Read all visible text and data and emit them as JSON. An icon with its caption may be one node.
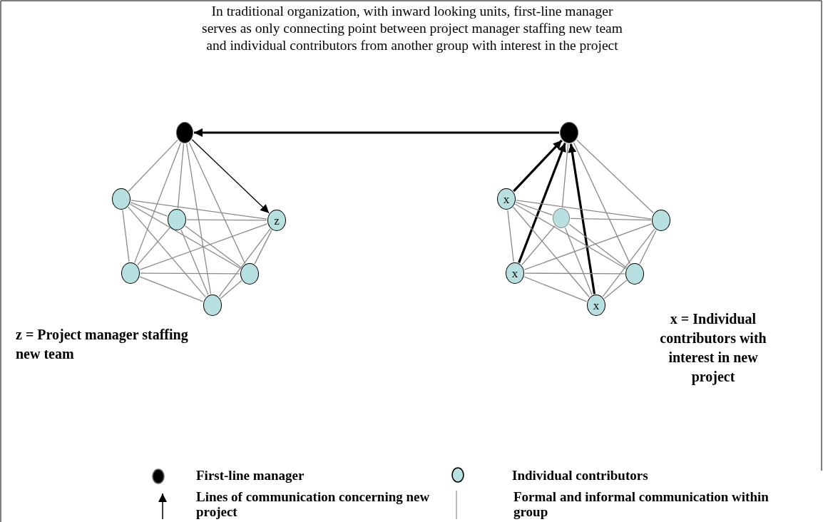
{
  "diagram": {
    "title": "In traditional organization, with inward looking units, first-line manager serves as only connecting point between project manager staffing new team and individual contributors from another group with interest in the project",
    "nodes": [
      {
        "text": [],
        "shape": "circle"
      },
      {
        "text": [],
        "shape": "circle"
      },
      {
        "text": [],
        "shape": "circle"
      },
      {
        "text": [
          "z"
        ]
      },
      {
        "text": [],
        "shape": "circle"
      },
      {
        "text": [],
        "shape": "circle"
      },
      {
        "text": [],
        "shape": "circle"
      },
      {
        "text": [],
        "shape": "circle"
      },
      {
        "text": [
          "x"
        ]
      },
      {
        "text": [],
        "shape": "circle"
      },
      {
        "text": [],
        "shape": "circle"
      },
      {
        "text": [
          "x"
        ]
      },
      {
        "text": [],
        "shape": "circle"
      },
      {
        "text": [
          "x"
        ]
      }
    ],
    "edges": [
      {
        "from": 7,
        "to": 0,
        "arrow": "to",
        "style": "thick",
        "color": "#000000"
      },
      {
        "from": 0,
        "to": 1,
        "arrow": "none"
      },
      {
        "from": 0,
        "to": 2,
        "arrow": "none"
      },
      {
        "from": 0,
        "to": 3,
        "arrow": "to",
        "color": "#000000"
      },
      {
        "from": 0,
        "to": 4,
        "arrow": "none"
      },
      {
        "from": 0,
        "to": 5,
        "arrow": "none"
      },
      {
        "from": 0,
        "to": 6,
        "arrow": "none"
      },
      {
        "from": 1,
        "to": 2,
        "arrow": "none"
      },
      {
        "from": 1,
        "to": 3,
        "arrow": "none"
      },
      {
        "from": 1,
        "to": 4,
        "arrow": "none"
      },
      {
        "from": 1,
        "to": 5,
        "arrow": "none"
      },
      {
        "from": 1,
        "to": 6,
        "arrow": "none"
      },
      {
        "from": 2,
        "to": 3,
        "arrow": "none"
      },
      {
        "from": 2,
        "to": 4,
        "arrow": "none"
      },
      {
        "from": 2,
        "to": 5,
        "arrow": "none"
      },
      {
        "from": 2,
        "to": 6,
        "arrow": "none"
      },
      {
        "from": 3,
        "to": 4,
        "arrow": "none"
      },
      {
        "from": 3,
        "to": 5,
        "arrow": "none"
      },
      {
        "from": 3,
        "to": 6,
        "arrow": "none"
      },
      {
        "from": 4,
        "to": 5,
        "arrow": "none"
      },
      {
        "from": 4,
        "to": 6,
        "arrow": "none"
      },
      {
        "from": 5,
        "to": 6,
        "arrow": "none"
      },
      {
        "from": 8,
        "to": 7,
        "arrow": "to",
        "style": "thick",
        "color": "#000000"
      },
      {
        "from": 7,
        "to": 9,
        "arrow": "none"
      },
      {
        "from": 7,
        "to": 10,
        "arrow": "none"
      },
      {
        "from": 11,
        "to": 7,
        "arrow": "to",
        "style": "thick",
        "color": "#000000"
      },
      {
        "from": 7,
        "to": 12,
        "arrow": "none"
      },
      {
        "from": 13,
        "to": 7,
        "arrow": "to",
        "style": "thick",
        "color": "#000000"
      },
      {
        "from": 8,
        "to": 9,
        "arrow": "none"
      },
      {
        "from": 8,
        "to": 10,
        "arrow": "none"
      },
      {
        "from": 8,
        "to": 11,
        "arrow": "none"
      },
      {
        "from": 8,
        "to": 12,
        "arrow": "none"
      },
      {
        "from": 8,
        "to": 13,
        "arrow": "none"
      },
      {
        "from": 9,
        "to": 10,
        "arrow": "none"
      },
      {
        "from": 9,
        "to": 11,
        "arrow": "none"
      },
      {
        "from": 9,
        "to": 12,
        "arrow": "none"
      },
      {
        "from": 9,
        "to": 13,
        "arrow": "none"
      },
      {
        "from": 10,
        "to": 11,
        "arrow": "none"
      },
      {
        "from": 10,
        "to": 12,
        "arrow": "none"
      },
      {
        "from": 10,
        "to": 13,
        "arrow": "none"
      },
      {
        "from": 11,
        "to": 12,
        "arrow": "none"
      },
      {
        "from": 11,
        "to": 13,
        "arrow": "none"
      },
      {
        "from": 12,
        "to": 13,
        "arrow": "none"
      }
    ],
    "labels": [
      "z = Project manager staffing new team",
      "x = Individual contributors with interest in new project"
    ],
    "legend": [
      {
        "text": "First-line manager"
      },
      {
        "text": "Individual contributors"
      },
      {
        "text": "Lines of communication concerning new project"
      },
      {
        "text": "Formal and informal communication within group"
      }
    ]
  }
}
